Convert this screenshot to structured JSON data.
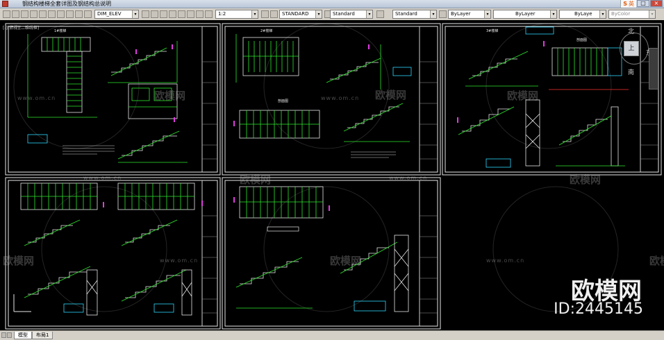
{
  "window": {
    "title": "钢结构楼梯全套详图及钢结构总说明",
    "min_label": "_",
    "max_label": "□",
    "close_label": "×"
  },
  "toolbar": {
    "dimstyle_value": "DIM_ELEV",
    "scale_value": "1:2",
    "textstyle_value": "STANDARD",
    "tablestyle_value": "Standard",
    "mleaderstyle_value": "Standard",
    "color_value": "ByLayer",
    "linetype_value": "ByLayer",
    "lineweight_value": "ByLaye",
    "plotstyle_value": "ByColor",
    "arrow": "▾"
  },
  "ime": {
    "logo": "S",
    "lang": "英"
  },
  "viewport_label": "[-][俯视][二维线框]",
  "viewcube": {
    "north": "北",
    "east": "东",
    "south": "南",
    "face": "上"
  },
  "watermarks": {
    "brand": "欧模网",
    "url": "www.om.cn"
  },
  "brand_overlay": {
    "name": "欧模网",
    "id_text": "ID:2445145"
  },
  "sheet_labels": {
    "s1_plan": "1#楼梯",
    "s2_plan": "2#楼梯",
    "s2_elev": "剖面图",
    "s3_plan": "3#楼梯",
    "s3_elev": "剖面图"
  },
  "layout_tabs": {
    "model": "模型",
    "layout1": "布局1"
  },
  "colors": {
    "line_green": "#2ee82e",
    "line_white": "#e8e8e8",
    "line_cyan": "#2fd9ff",
    "line_magenta": "#e23be2",
    "line_red": "#ff3030",
    "line_yellow": "#ffe34a"
  }
}
